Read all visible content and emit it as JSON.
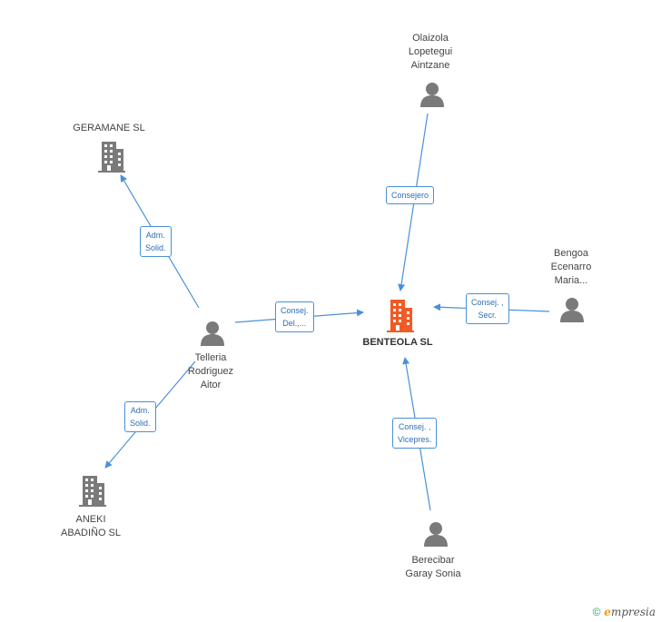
{
  "colors": {
    "edge": "#4a90d9",
    "edge_label_text": "#2f6fb5",
    "company_main": "#f15a24",
    "company": "#7a7a7a",
    "person": "#7a7a7a"
  },
  "nodes": {
    "main": {
      "label": "BENTEOLA SL",
      "icon": "building-icon"
    },
    "geramane": {
      "label": "GERAMANE  SL",
      "icon": "building-icon"
    },
    "aneki": {
      "label": "ANEKI\nABADIÑO SL",
      "icon": "building-icon"
    },
    "olaizola": {
      "label": "Olaizola\nLopetegui\nAintzane",
      "icon": "person-icon"
    },
    "bengoa": {
      "label": "Bengoa\nEcenarro\nMaria...",
      "icon": "person-icon"
    },
    "telleria": {
      "label": "Telleria\nRodriguez\nAitor",
      "icon": "person-icon"
    },
    "berecibar": {
      "label": "Berecibar\nGaray Sonia",
      "icon": "person-icon"
    }
  },
  "edges": {
    "olaizola_main": {
      "label": "Consejero"
    },
    "bengoa_main": {
      "label": "Consej. ,\nSecr."
    },
    "telleria_main": {
      "label": "Consej.\nDel.,..."
    },
    "berecibar_main": {
      "label": "Consej. ,\nVicepres."
    },
    "telleria_geramane": {
      "label": "Adm.\nSolid."
    },
    "telleria_aneki": {
      "label": "Adm.\nSolid."
    }
  },
  "footer": {
    "copyright": "©",
    "brand_first": "e",
    "brand_rest": "mpresia"
  }
}
